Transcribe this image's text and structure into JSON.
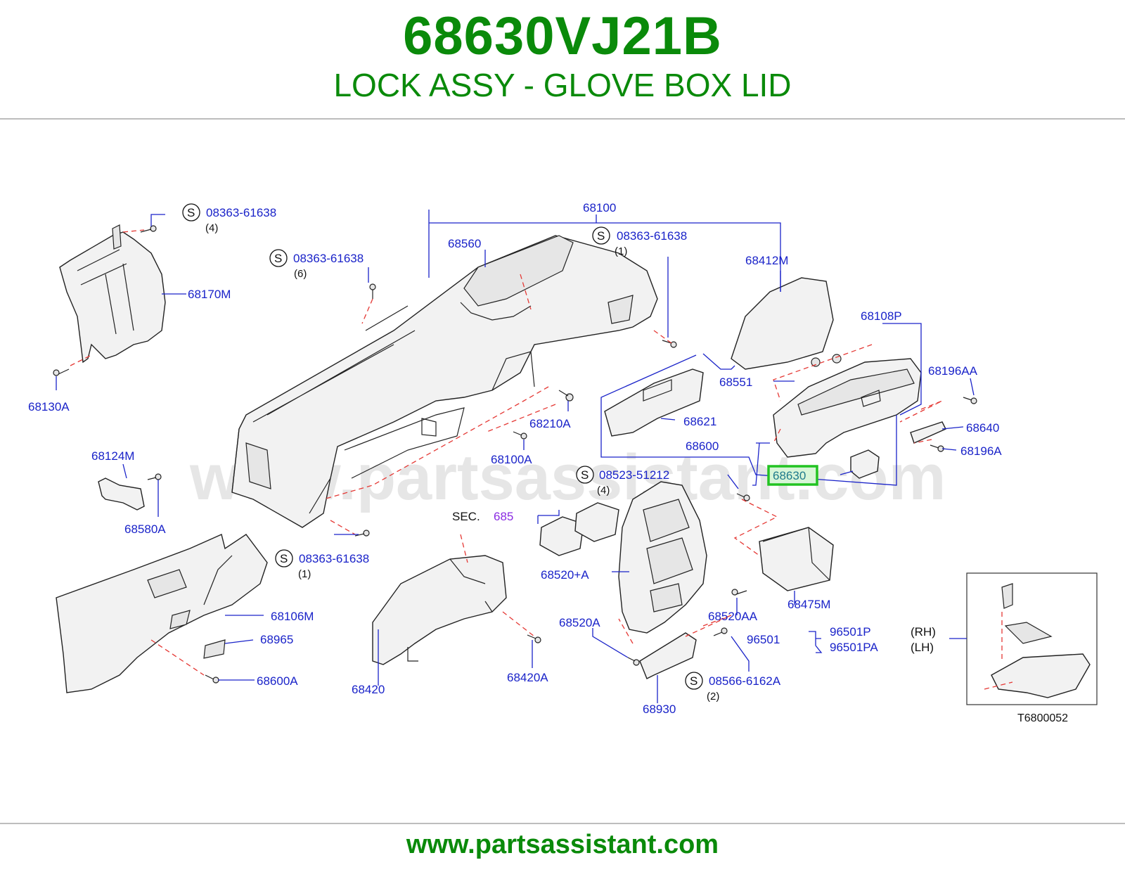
{
  "header": {
    "part_number": "68630VJ21B",
    "part_title": "LOCK ASSY - GLOVE BOX LID"
  },
  "footer": {
    "url": "www.partsassistant.com"
  },
  "watermark": "www.partsassistant.com",
  "diagram_code": "T6800052",
  "highlight_color": "#22c322",
  "label_color": "#1a23c9",
  "callouts": {
    "c68100": "68100",
    "c68560": "68560",
    "s_top_right": "08363-61638",
    "s_top_right_qty": "(1)",
    "s_left_top": "08363-61638",
    "s_left_top_qty": "(4)",
    "s_mid": "08363-61638",
    "s_mid_qty": "(6)",
    "c68170M": "68170M",
    "c68412M": "68412M",
    "c68108P": "68108P",
    "c68551": "68551",
    "c68196AA": "68196AA",
    "c68621": "68621",
    "c68640": "68640",
    "c68600": "68600",
    "c68196A": "68196A",
    "c68630": "68630",
    "c68130A": "68130A",
    "c68210A": "68210A",
    "c68100A": "68100A",
    "c68124M": "68124M",
    "c68580A": "68580A",
    "s_lower": "08523-51212",
    "s_lower_qty": "(4)",
    "sec_label": "SEC.",
    "sec_num": "685",
    "s_bottom_left": "08363-61638",
    "s_bottom_left_qty": "(1)",
    "c68520pA": "68520+A",
    "c68106M": "68106M",
    "c68965": "68965",
    "c68600A": "68600A",
    "c68475M": "68475M",
    "c68520AA": "68520AA",
    "c68520A": "68520A",
    "c96501": "96501",
    "c96501P": "96501P",
    "c96501PA": "96501PA",
    "rh": "(RH)",
    "lh": "(LH)",
    "c68420": "68420",
    "c68420A": "68420A",
    "c68930": "68930",
    "s_bottom": "08566-6162A",
    "s_bottom_qty": "(2)",
    "s_letter": "S"
  }
}
